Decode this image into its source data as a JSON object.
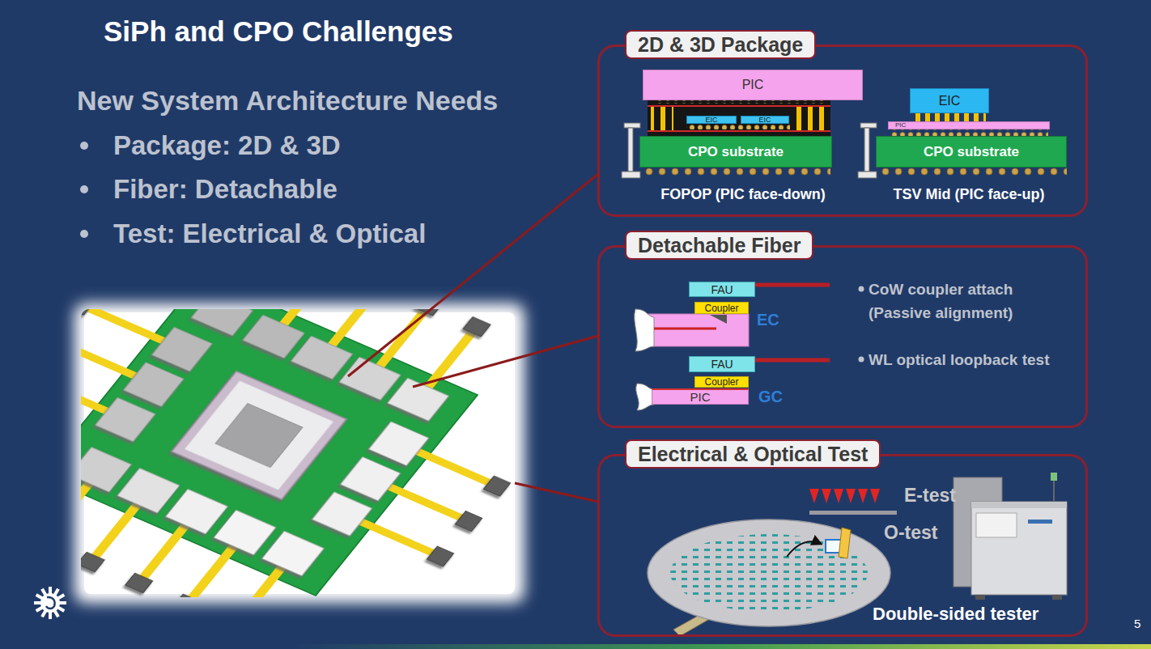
{
  "diagram": {
    "title": "SiPh and CPO Challenges",
    "nodes": [
      {
        "text": [
          "2D & 3D Package"
        ]
      },
      {
        "text": [
          "PIC"
        ],
        "in": 0
      },
      {
        "text": [
          "EIC"
        ],
        "in": 0
      },
      {
        "text": [
          "EIC"
        ],
        "in": 0
      },
      {
        "text": [
          "CPO substrate"
        ],
        "in": 0
      },
      {
        "text": [
          "EIC"
        ],
        "in": 0
      },
      {
        "text": [
          "PIC"
        ],
        "in": 0
      },
      {
        "text": [
          "CPO substrate"
        ],
        "in": 0
      },
      {
        "text": [
          "Detachable Fiber"
        ]
      },
      {
        "text": [
          "FAU"
        ],
        "in": 8
      },
      {
        "text": [
          "Coupler"
        ],
        "in": 8
      },
      {
        "text": [
          "FAU"
        ],
        "in": 8
      },
      {
        "text": [
          "Coupler"
        ],
        "in": 8
      },
      {
        "text": [
          "PIC"
        ],
        "in": 8
      },
      {
        "text": [
          "Electrical & Optical Test"
        ]
      }
    ],
    "labels": [
      "New System Architecture Needs",
      "Package: 2D & 3D",
      "Fiber: Detachable",
      "Test: Electrical & Optical",
      "FOPOP (PIC face-down)",
      "TSV Mid (PIC face-up)",
      "EC",
      "GC",
      "CoW coupler attach (Passive alignment)",
      "WL optical loopback test",
      "E-test",
      "O-test",
      "Double-sided tester",
      "5"
    ]
  }
}
